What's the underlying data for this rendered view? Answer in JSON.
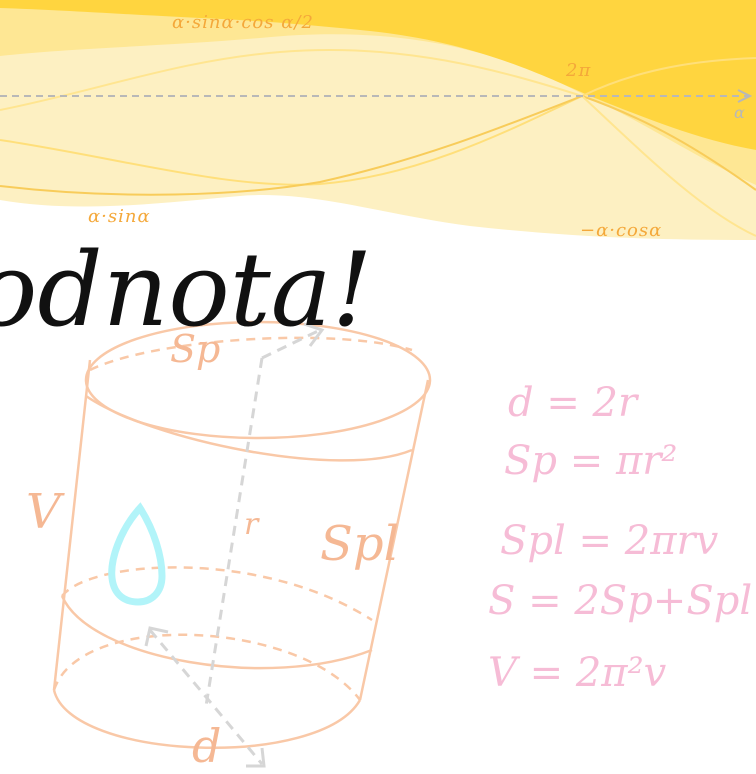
{
  "headline": "odnota!",
  "graph": {
    "label_top": "α·sinα·cos α/2",
    "label_2pi": "2π",
    "axis_label": "α",
    "label_bottom_left": "α·sinα",
    "label_bottom_right": "−α·cosα"
  },
  "cylinder": {
    "label_sp": "Sp",
    "label_r": "r",
    "label_v": "V",
    "label_spl": "Spl",
    "label_d": "d"
  },
  "formulas": [
    "d = 2r",
    "Sp = πr²",
    "Spl = 2πrv",
    "S = 2Sp+Spl",
    "V = 2π²v"
  ],
  "colors": {
    "band_light": "#fdeeb5",
    "band_mid": "#fee48a",
    "band_strong": "#ffd23b",
    "cylinder_stroke": "#f9c8a7",
    "drop": "#b2f4f9",
    "formula": "#f6bcd6",
    "axis": "#b8b8b8"
  }
}
